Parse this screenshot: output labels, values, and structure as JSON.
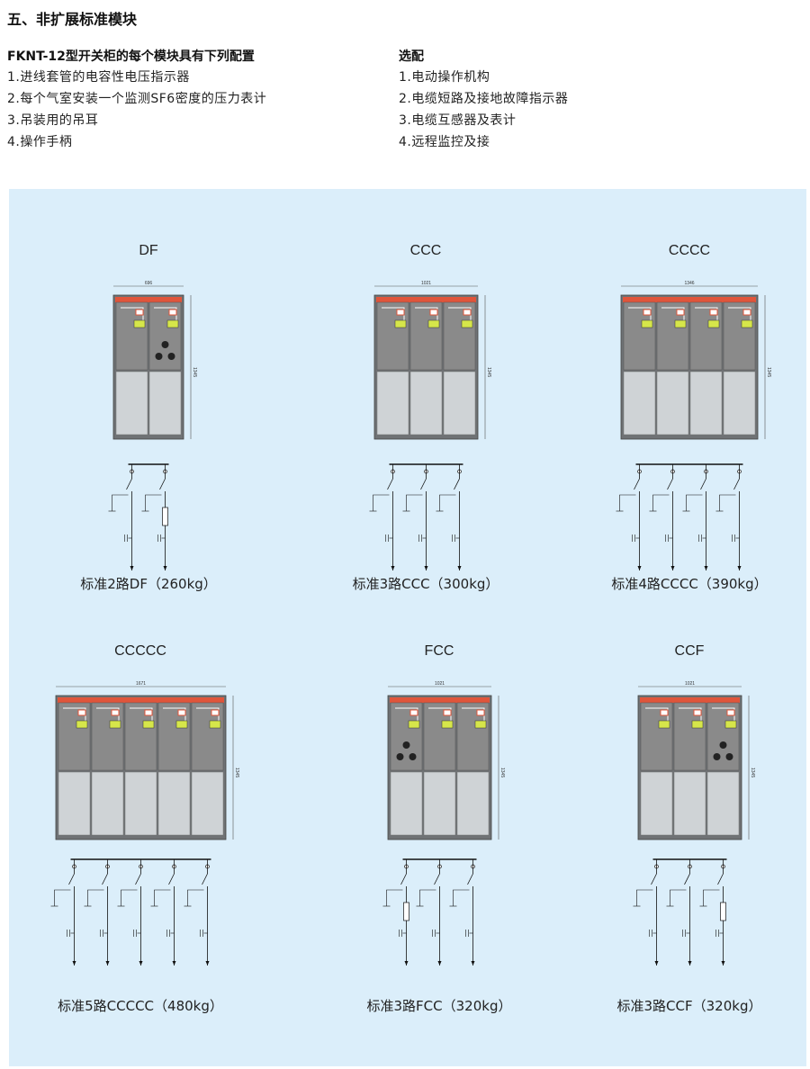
{
  "title": "五、非扩展标准模块",
  "left_col": {
    "heading": "FKNT-12型开关柜的每个模块具有下列配置",
    "items": [
      "1.进线套管的电容性电压指示器",
      "2.每个气室安装一个监测SF6密度的压力表计",
      "3.吊装用的吊耳",
      "4.操作手柄"
    ]
  },
  "right_col": {
    "heading": "选配",
    "items": [
      "1.电动操作机构",
      "2.电缆短路及接地故障指示器",
      "3.电缆互感器及表计",
      "4.远程监控及接"
    ]
  },
  "modules": [
    {
      "name": "DF",
      "width_label": "696",
      "height_label": "1345",
      "caption": "标准2路DF（260kg）",
      "units": "CF"
    },
    {
      "name": "CCC",
      "width_label": "1021",
      "height_label": "1345",
      "caption": "标准3路CCC（300kg）",
      "units": "CCC"
    },
    {
      "name": "CCCC",
      "width_label": "1346",
      "height_label": "1345",
      "caption": "标准4路CCCC（390kg）",
      "units": "CCCC"
    },
    {
      "name": "CCCCC",
      "width_label": "1671",
      "height_label": "1345",
      "caption": "标准5路CCCCC（480kg）",
      "units": "CCCCC"
    },
    {
      "name": "FCC",
      "width_label": "1021",
      "height_label": "1345",
      "caption": "标准3路FCC（320kg）",
      "units": "FCC"
    },
    {
      "name": "CCF",
      "width_label": "1021",
      "height_label": "1345",
      "caption": "标准3路CCF（320kg）",
      "units": "CCF"
    }
  ],
  "colors": {
    "panel_bg": "#dbeefa",
    "cabinet_top": "#8a8a8a",
    "cabinet_bottom": "#cfd3d6",
    "accent": "#e0553b",
    "highlight": "#d6e64a"
  }
}
